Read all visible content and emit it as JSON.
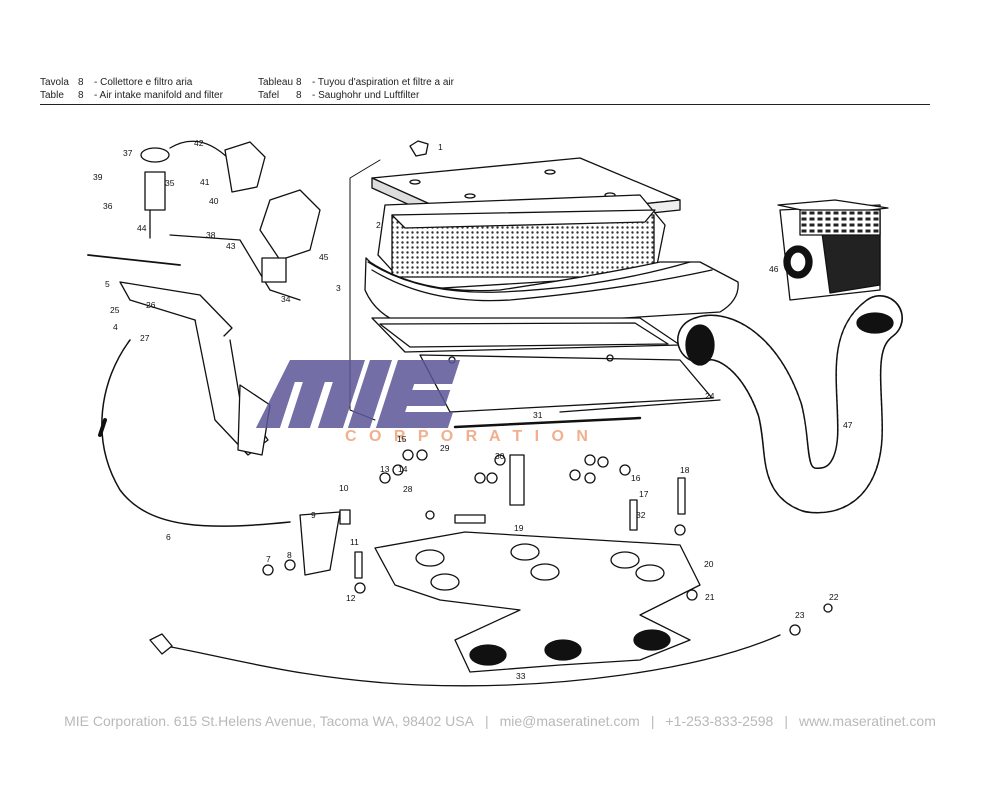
{
  "header": {
    "left": [
      {
        "k": "Tavola",
        "n": "8",
        "t": "- Collettore e filtro aria"
      },
      {
        "k": "Table",
        "n": "8",
        "t": "- Air intake manifold and filter"
      }
    ],
    "right": [
      {
        "k": "Tableau",
        "n": "8",
        "t": "- Tuyou d'aspiration et filtre a air"
      },
      {
        "k": "Tafel",
        "n": "8",
        "t": "- Saughohr und Luftfilter"
      }
    ]
  },
  "watermark": {
    "logo": "mie",
    "subtitle": "C O R P O R A T I O N",
    "color": "#5b5697",
    "accent": "#f0a27a"
  },
  "part_labels": [
    "1",
    "2",
    "3",
    "4",
    "5",
    "6",
    "7",
    "8",
    "9",
    "10",
    "11",
    "12",
    "13",
    "14",
    "15",
    "16",
    "17",
    "18",
    "19",
    "20",
    "21",
    "22",
    "23",
    "24",
    "25",
    "26",
    "27",
    "28",
    "29",
    "30",
    "31",
    "32",
    "33",
    "34",
    "35",
    "36",
    "37",
    "38",
    "39",
    "40",
    "41",
    "42",
    "43",
    "44",
    "45",
    "46",
    "47"
  ],
  "footer": {
    "company": "MIE Corporation. 615 St.Helens Avenue, Tacoma WA, 98402 USA",
    "email": "mie@maseratinet.com",
    "phone": "+1-253-833-2598",
    "site": "www.maseratinet.com",
    "separator": "|"
  }
}
